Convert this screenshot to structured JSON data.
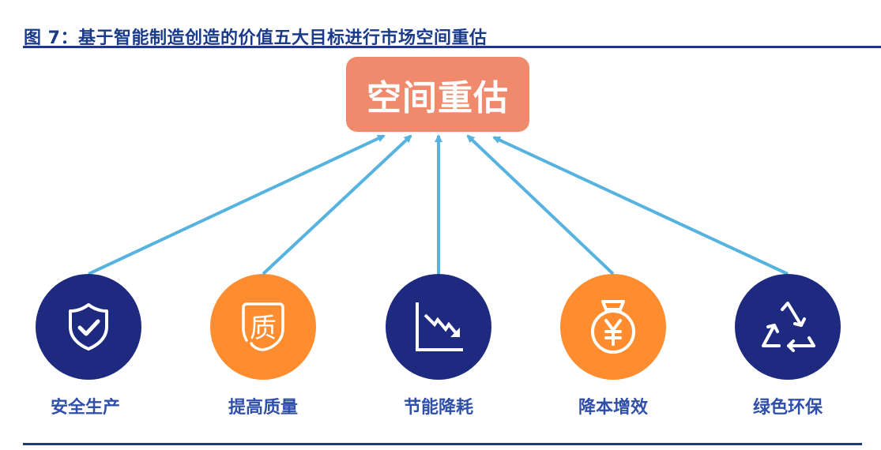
{
  "figure": {
    "title": "图 7：基于智能制造创造的价值五大目标进行市场空间重估"
  },
  "center": {
    "label": "空间重估",
    "color": "#f08a6d"
  },
  "colors": {
    "navy": "#1e2a80",
    "orange": "#ff8c2e",
    "arrow": "#56b3e0",
    "label": "#2f4fa8"
  },
  "nodes": [
    {
      "label": "安全生产",
      "icon": "shield-check-icon",
      "color": "#1e2a80"
    },
    {
      "label": "提高质量",
      "icon": "quality-badge-icon",
      "color": "#ff8c2e"
    },
    {
      "label": "节能降耗",
      "icon": "declining-chart-icon",
      "color": "#1e2a80"
    },
    {
      "label": "降本增效",
      "icon": "money-bag-yen-icon",
      "color": "#ff8c2e"
    },
    {
      "label": "绿色环保",
      "icon": "recycle-icon",
      "color": "#1e2a80"
    }
  ]
}
